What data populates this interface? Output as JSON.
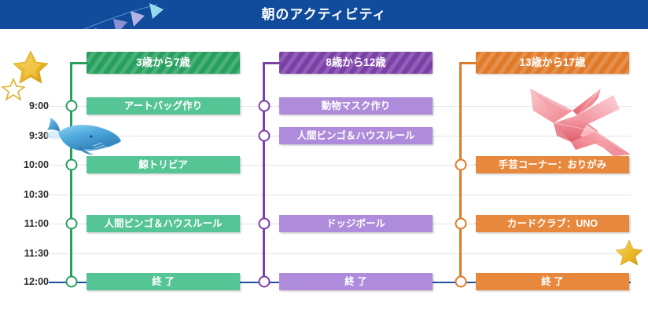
{
  "header": {
    "title": "朝のアクティビティ",
    "bar_color": "#114B9C"
  },
  "axis": {
    "label": "time",
    "times": [
      "9:00",
      "9:30",
      "10:00",
      "10:30",
      "11:00",
      "11:30",
      "12:00"
    ]
  },
  "columns": [
    {
      "id": "age-3-7",
      "header": "3歳から7歳",
      "color": "#27A05E",
      "bar_color": "#55C596",
      "items": [
        {
          "time": "9:00",
          "label": "アートバッグ作り"
        },
        {
          "time": "10:00",
          "label": "鯨トリビア"
        },
        {
          "time": "11:00",
          "label": "人間ビンゴ＆ハウスルール"
        },
        {
          "time": "12:00",
          "label": "終 了"
        }
      ]
    },
    {
      "id": "age-8-12",
      "header": "8歳から12歳",
      "color": "#7B3FA8",
      "bar_color": "#AE8BDB",
      "items": [
        {
          "time": "9:00",
          "label": "動物マスク作り"
        },
        {
          "time": "9:30",
          "label": "人間ビンゴ＆ハウスルール"
        },
        {
          "time": "11:00",
          "label": "ドッジボール"
        },
        {
          "time": "12:00",
          "label": "終 了"
        }
      ]
    },
    {
      "id": "age-13-17",
      "header": "13歳から17歳",
      "color": "#E07A28",
      "bar_color": "#E8883C",
      "items": [
        {
          "time": "10:00",
          "label": "手芸コーナー：おりがみ"
        },
        {
          "time": "11:00",
          "label": "カードクラブ：UNO"
        },
        {
          "time": "12:00",
          "label": "終 了"
        }
      ]
    }
  ],
  "decorations": [
    {
      "name": "bunting",
      "colors": [
        "#A9DCEF",
        "#8C8FD6",
        "#6FC8E8",
        "#B7B9E8",
        "#7FD3EA"
      ]
    },
    {
      "name": "star-large",
      "color": "#E8B526"
    },
    {
      "name": "star-outline",
      "color": "#E8B526"
    },
    {
      "name": "star-right",
      "color": "#E8B526"
    },
    {
      "name": "whale",
      "color": "#4FA8DC"
    },
    {
      "name": "origami-crane",
      "color": "#EE7B87"
    }
  ]
}
